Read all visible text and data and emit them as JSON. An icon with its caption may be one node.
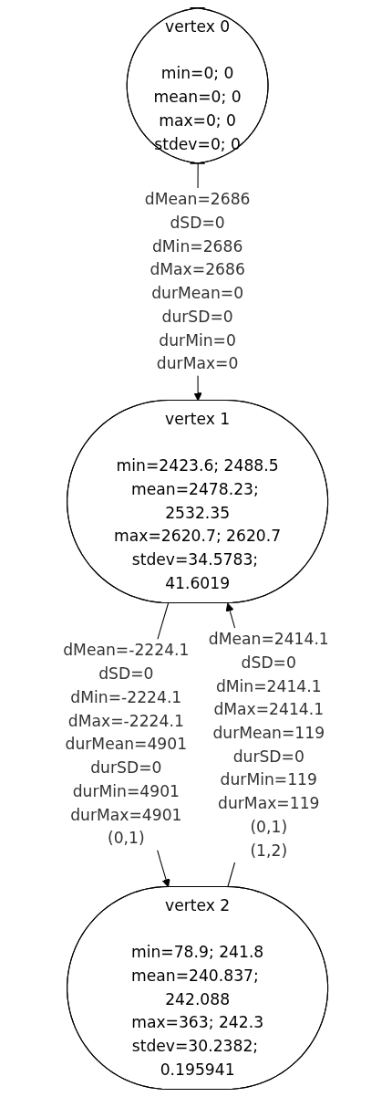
{
  "diagram": {
    "nodes": [
      {
        "text": [
          "vertex 0",
          "min=0; 0",
          "mean=0; 0",
          "max=0; 0",
          "stdev=0; 0"
        ]
      },
      {
        "text": [
          "vertex 1",
          "min=2423.6; 2488.5",
          "mean=2478.23; 2532.35",
          "max=2620.7; 2620.7",
          "stdev=34.5783; 41.6019"
        ]
      },
      {
        "text": [
          "vertex 2",
          "min=78.9; 241.8",
          "mean=240.837; 242.088",
          "max=363; 242.3",
          "stdev=30.2382; 0.195941"
        ]
      }
    ],
    "edges": [
      {
        "from": 0,
        "to": 1,
        "arrow": "to",
        "label": "dMean=2686 dSD=0 dMin=2686 dMax=2686 durMean=0 durSD=0 durMin=0 durMax=0"
      },
      {
        "from": 1,
        "to": 2,
        "arrow": "to",
        "label": "dMean=-2224.1 dSD=0 dMin=-2224.1 dMax=-2224.1 durMean=4901 durSD=0 durMin=4901 durMax=4901 (0,1)"
      },
      {
        "from": 2,
        "to": 1,
        "arrow": "to",
        "label": "dMean=2414.1 dSD=0 dMin=2414.1 dMax=2414.1 durMean=119 durSD=0 durMin=119 durMax=119 (0,1) (1,2)"
      }
    ]
  }
}
